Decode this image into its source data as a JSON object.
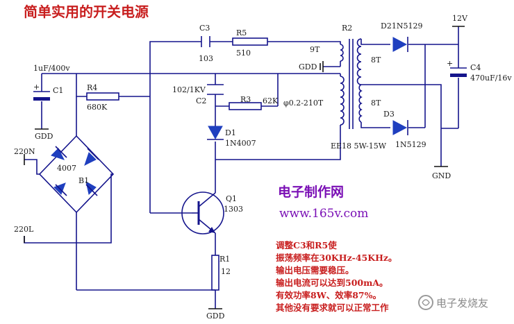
{
  "title": "简单实用的开关电源",
  "site_name": "电子制作网",
  "site_url": "www.165v.com",
  "watermark": "电子发烧友",
  "colors": {
    "wire": "#14148c",
    "diode": "#1f3fbf",
    "title": "#c81e1e",
    "site": "#7a0fb5"
  },
  "components": {
    "c3": {
      "ref": "C3",
      "value": "103"
    },
    "r5": {
      "ref": "R5",
      "value": "510"
    },
    "r2": {
      "ref": "R2"
    },
    "d2": {
      "ref": "D2",
      "value": "1N5129"
    },
    "v12": {
      "label": "12V"
    },
    "c1": {
      "ref": "C1",
      "value": "1uF/400v"
    },
    "r4": {
      "ref": "R4",
      "value": "680K"
    },
    "c2": {
      "ref": "C2",
      "value": "102/1KV"
    },
    "r3": {
      "ref": "R3",
      "value": "62K"
    },
    "c4": {
      "ref": "C4",
      "value": "470uF/16v"
    },
    "d1": {
      "ref": "D1",
      "value": "1N4007"
    },
    "d3": {
      "ref": "D3",
      "value": "1N5129"
    },
    "bridge": {
      "ref": "B1",
      "value": "4007"
    },
    "q1": {
      "ref": "Q1",
      "value": "1303"
    },
    "r1": {
      "ref": "R1",
      "value": "12"
    },
    "transformer": {
      "core": "EE18 5W-15W",
      "wire_spec": "φ0.2-210T",
      "fb_turns": "9T",
      "sec_turns_1": "8T",
      "sec_turns_2": "8T"
    }
  },
  "nets": {
    "gdd": "GDD",
    "gnd": "GND",
    "in_n": "220N",
    "in_l": "220L"
  },
  "notes": [
    "调整C3和R5使",
    "振荡频率在30KHz-45KHz。",
    "输出电压需要稳压。",
    "输出电流可以达到500mA。",
    "有效功率8W、效率87%。",
    "其他没有要求就可以正常工作"
  ]
}
